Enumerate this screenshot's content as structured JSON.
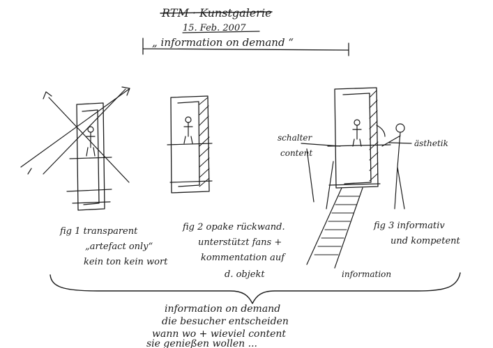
{
  "header": {
    "title": "RTM · Kunstgalerie",
    "date": "15. Feb. 2007",
    "subtitle": "„ information on demand “"
  },
  "figures": [
    {
      "caption_lines": [
        "fig 1  transparent",
        "„artefact only“",
        "kein ton kein wort"
      ]
    },
    {
      "caption_lines": [
        "fig 2  opake rückwand.",
        "unterstützt fans +",
        "kommentation auf",
        "d. objekt"
      ]
    },
    {
      "caption_lines": [
        "fig 3  informativ",
        "und kompetent"
      ]
    }
  ],
  "annotations": {
    "left_label_1": "schalter",
    "left_label_2": "content",
    "right_label": "ästhetik",
    "bottom_label": "information"
  },
  "footer": {
    "lines": [
      "information on demand",
      "die besucher entscheiden",
      "wann wo + wieviel content",
      "sie genießen wollen ..."
    ]
  }
}
